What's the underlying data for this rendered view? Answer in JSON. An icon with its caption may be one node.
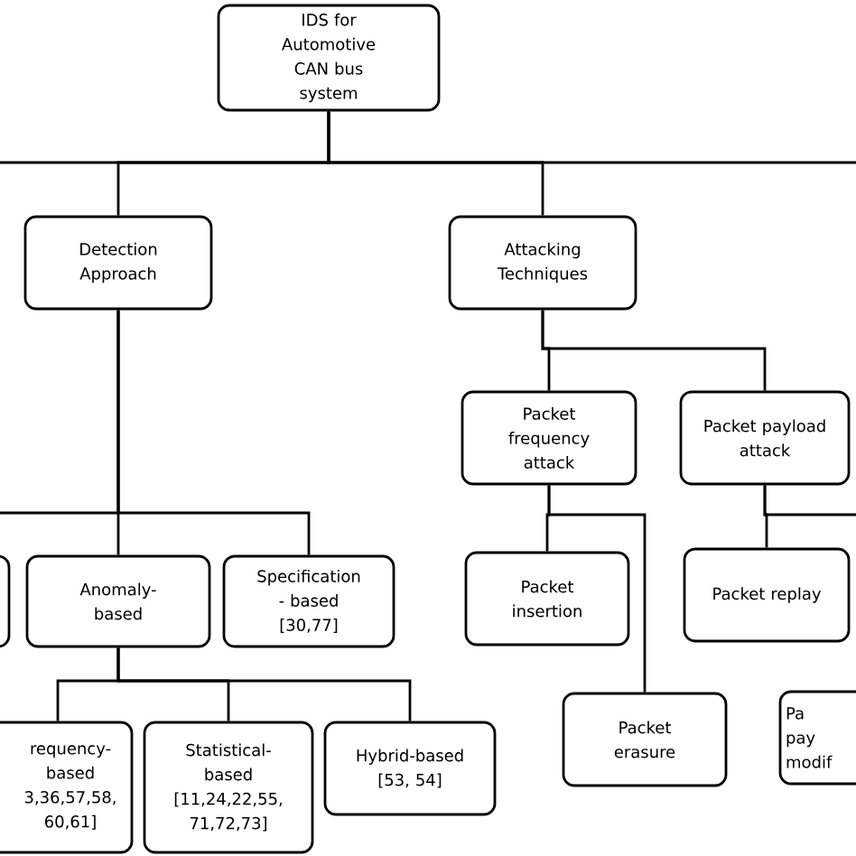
{
  "diagram": {
    "nodes": [
      {
        "text": [
          "IDS for Automotive CAN bus system"
        ]
      },
      {
        "text": [
          "Detection Approach"
        ]
      },
      {
        "text": [
          "Attacking Techniques"
        ]
      },
      {
        "text": [
          "Packet frequency attack"
        ]
      },
      {
        "text": [
          "Packet payload attack"
        ]
      },
      {
        "text": [],
        "shape": "box"
      },
      {
        "text": [
          "Anomaly-based"
        ]
      },
      {
        "text": [
          "Specification - based [30,77]"
        ]
      },
      {
        "text": [
          "Packet insertion"
        ]
      },
      {
        "text": [
          "Packet replay"
        ]
      },
      {
        "text": [
          "requency-based 3,36,57,58, 60,61]"
        ]
      },
      {
        "text": [
          "Statistical-based [11,24,22,55, 71,72,73]"
        ]
      },
      {
        "text": [
          "Hybrid-based [53, 54]"
        ]
      },
      {
        "text": [
          "Packet erasure"
        ]
      },
      {
        "text": [
          "Pa pay modif"
        ]
      }
    ],
    "edges": [
      {
        "from": 0,
        "to": 1,
        "arrow": "none"
      },
      {
        "from": 0,
        "to": 2,
        "arrow": "none"
      },
      {
        "from": 0,
        "to": null,
        "arrow": "none"
      },
      {
        "from": 0,
        "to": null,
        "arrow": "none"
      },
      {
        "from": 2,
        "to": 3,
        "arrow": "none"
      },
      {
        "from": 2,
        "to": 4,
        "arrow": "none"
      },
      {
        "from": 1,
        "to": 5,
        "arrow": "none"
      },
      {
        "from": 1,
        "to": 6,
        "arrow": "none"
      },
      {
        "from": 1,
        "to": 7,
        "arrow": "none"
      },
      {
        "from": 6,
        "to": 10,
        "arrow": "none"
      },
      {
        "from": 6,
        "to": 11,
        "arrow": "none"
      },
      {
        "from": 6,
        "to": 12,
        "arrow": "none"
      },
      {
        "from": 3,
        "to": 8,
        "arrow": "none"
      },
      {
        "from": 3,
        "to": 13,
        "arrow": "none"
      },
      {
        "from": 4,
        "to": 9,
        "arrow": "none"
      },
      {
        "from": 4,
        "to": null,
        "arrow": "none"
      }
    ]
  }
}
